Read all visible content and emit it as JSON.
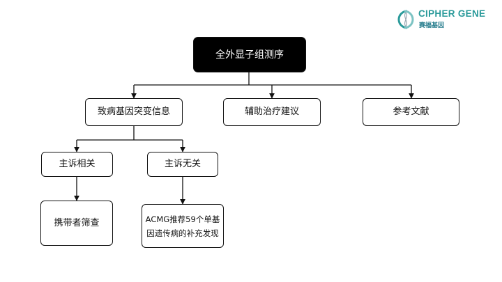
{
  "brand": {
    "name_en": "CIPHER GENE",
    "name_cn": "赛福基因"
  },
  "diagram": {
    "root": "全外显子组测序",
    "level1": [
      "致病基因突变信息",
      "辅助治疗建议",
      "参考文献"
    ],
    "level2": [
      "主诉相关",
      "主诉无关"
    ],
    "level3": {
      "related": "携带者筛查",
      "unrelated_line1": "ACMG推荐59个单基",
      "unrelated_line2": "因遗传病的补充发现"
    }
  },
  "colors": {
    "root_fill": "#000000",
    "line": "#111111",
    "brand_teal": "#2a9a9a"
  }
}
